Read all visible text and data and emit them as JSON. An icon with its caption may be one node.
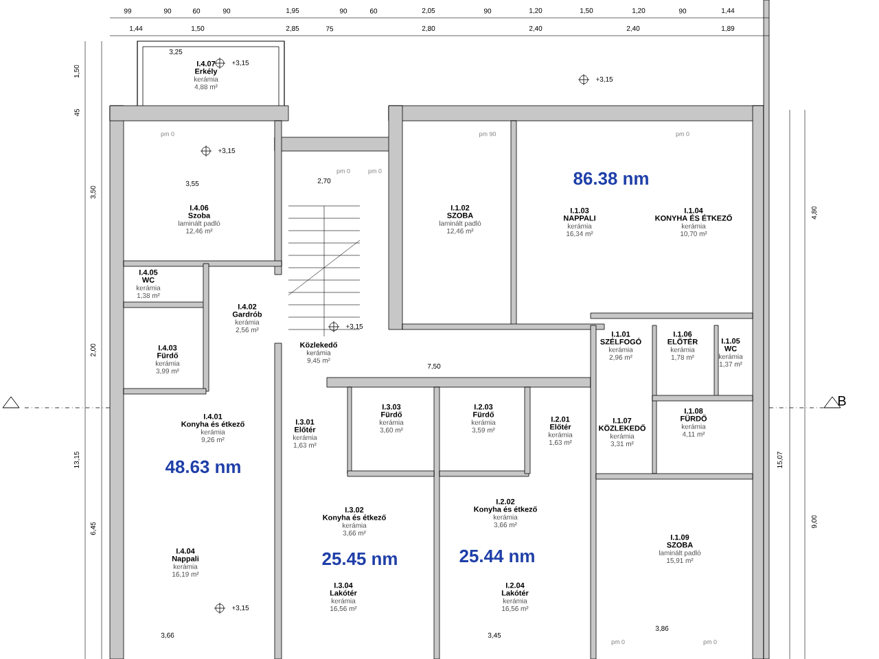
{
  "diagram": {
    "nodes": [
      {
        "text": [
          "I.4.07",
          "Erkély",
          "kerámia",
          "4,88 m²"
        ]
      },
      {
        "text": [
          "I.4.06",
          "Szoba",
          "laminált padló",
          "12,46 m²"
        ]
      },
      {
        "text": [
          "I.4.05",
          "WC",
          "kerámia",
          "1,38 m²"
        ]
      },
      {
        "text": [
          "I.4.02",
          "Gardrób",
          "kerámia",
          "2,56 m²"
        ]
      },
      {
        "text": [
          "I.4.03",
          "Fürdő",
          "kerámia",
          "3,99 m²"
        ]
      },
      {
        "text": [
          "I.4.01",
          "Konyha és étkező",
          "kerámia",
          "9,26 m²"
        ]
      },
      {
        "text": [
          "I.4.04",
          "Nappali",
          "kerámia",
          "16,19 m²"
        ]
      },
      {
        "text": [
          "Közlekedő",
          "kerámia",
          "9,45 m²"
        ]
      },
      {
        "text": [
          "I.1.02",
          "SZOBA",
          "laminált padló",
          "12,46 m²"
        ]
      },
      {
        "text": [
          "I.1.03",
          "NAPPALI",
          "kerámia",
          "16,34 m²"
        ]
      },
      {
        "text": [
          "I.1.04",
          "KONYHA ÉS ÉTKEZŐ",
          "kerámia",
          "10,70 m²"
        ]
      },
      {
        "text": [
          "I.1.01",
          "SZÉLFOGÓ",
          "kerámia",
          "2,96 m²"
        ]
      },
      {
        "text": [
          "I.1.06",
          "ELŐTÉR",
          "kerámia",
          "1,78 m²"
        ]
      },
      {
        "text": [
          "I.1.05",
          "WC",
          "kerámia",
          "1,37 m²"
        ]
      },
      {
        "text": [
          "I.1.07",
          "KÖZLEKEDŐ",
          "kerámia",
          "3,31 m²"
        ]
      },
      {
        "text": [
          "I.1.08",
          "FÜRDŐ",
          "kerámia",
          "4,11 m²"
        ]
      },
      {
        "text": [
          "I.1.09",
          "SZOBA",
          "laminált padló",
          "15,91 m²"
        ]
      },
      {
        "text": [
          "I.3.01",
          "Előtér",
          "kerámia",
          "1,63 m²"
        ]
      },
      {
        "text": [
          "I.3.03",
          "Fürdő",
          "kerámia",
          "3,60 m²"
        ]
      },
      {
        "text": [
          "I.2.03",
          "Fürdő",
          "kerámia",
          "3,59 m²"
        ]
      },
      {
        "text": [
          "I.2.01",
          "Előtér",
          "kerámia",
          "1,63 m²"
        ]
      },
      {
        "text": [
          "I.3.02",
          "Konyha és étkező",
          "kerámia",
          "3,66 m²"
        ]
      },
      {
        "text": [
          "I.2.02",
          "Konyha és étkező",
          "kerámia",
          "3,66 m²"
        ]
      },
      {
        "text": [
          "I.3.04",
          "Lakótér",
          "kerámia",
          "16,56 m²"
        ]
      },
      {
        "text": [
          "I.2.04",
          "Lakótér",
          "kerámia",
          "16,56 m²"
        ]
      }
    ],
    "labels": [
      "99",
      "90",
      "60",
      "90",
      "1,95",
      "90",
      "60",
      "2,05",
      "90",
      "1,20",
      "1,50",
      "1,20",
      "90",
      "1,44",
      "1,44",
      "1,50",
      "2,85",
      "75",
      "2,80",
      "2,40",
      "2,40",
      "1,89",
      "1,50",
      "45",
      "3,50",
      "2,00",
      "13,15",
      "6,45",
      "4,80",
      "15,07",
      "9,00",
      "3,25",
      "3,55",
      "2,70",
      "7,50",
      "3,66",
      "3,45",
      "3,86",
      "86.38 nm",
      "48.63 nm",
      "25.45 nm",
      "25.44 nm",
      "+3,15",
      "+3,15",
      "+3,15",
      "+3,15",
      "+3,15",
      "pm 0",
      "pm 90",
      "pm 0",
      "pm 0",
      "pm 0",
      "pm 0",
      "pm 0",
      "B"
    ]
  }
}
